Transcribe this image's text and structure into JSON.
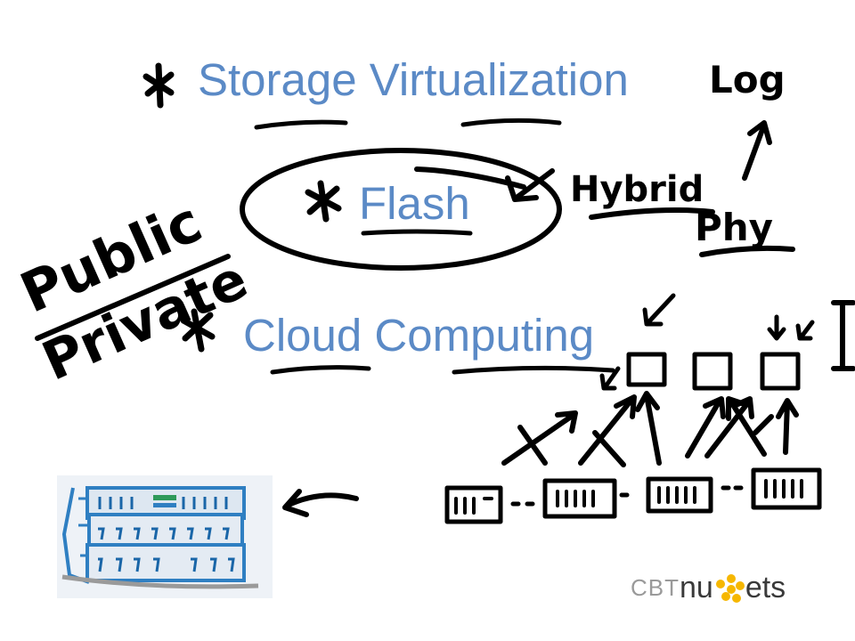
{
  "slide": {
    "headings": {
      "storage": "Storage Virtualization",
      "flash": "Flash",
      "cloud": "Cloud Computing"
    },
    "annotations": {
      "log": "Log",
      "hybrid": "Hybrid",
      "phy": "Phy",
      "public": "Public",
      "private": "Private"
    },
    "logo": {
      "cbt": "CBT",
      "nu": "nu",
      "ets": "ets",
      "icon": "nuggets-dots-icon"
    }
  },
  "colors": {
    "heading": "#5b8ac6",
    "ink": "#000000",
    "logo_dots": "#f6b700",
    "logo_text": "#3a3a3a",
    "logo_cbt": "#9a9a9a",
    "sketch_blue": "#2f7fc2",
    "sketch_green": "#2e9a5a"
  }
}
